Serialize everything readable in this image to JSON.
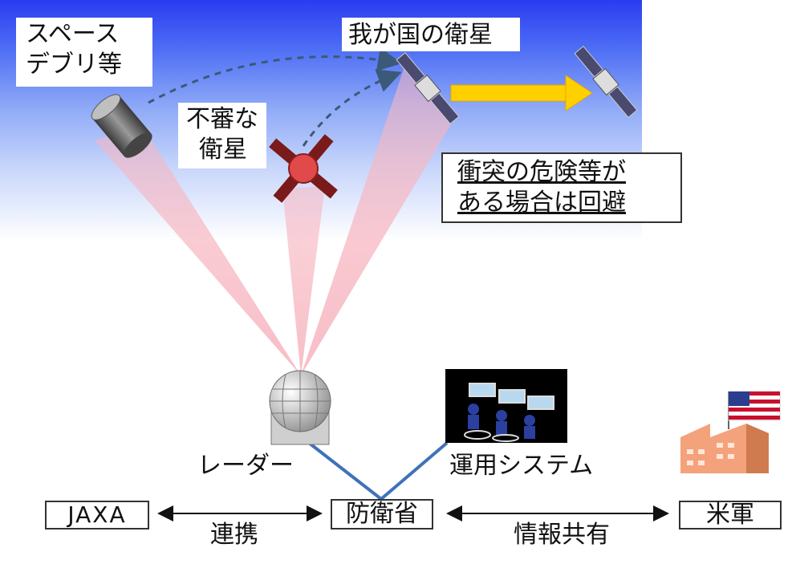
{
  "labels": {
    "debris_line1": "スペース",
    "debris_line2": "デブリ等",
    "suspicious_line1": "不審な",
    "suspicious_line2": "衛星",
    "own_satellite": "我が国の衛星",
    "avoid_line1": "衝突の危険等が",
    "avoid_line2": "ある場合は回避",
    "radar": "レーダー",
    "ops_system": "運用システム",
    "jaxa": "JAXA",
    "mod": "防衛省",
    "us_military": "米軍",
    "cooperation": "連携",
    "info_sharing": "情報共有"
  },
  "colors": {
    "sky_top": "#2a3cf0",
    "beam": "#f7b6c1",
    "dashed_arrow": "#3a5a78",
    "move_arrow": "#ffd000",
    "link_line": "#3f72b8",
    "suspicious_satellite": "#e04a4a",
    "building": "#f4a27c"
  },
  "icons": {
    "debris": "debris-cylinder-icon",
    "suspicious": "suspicious-satellite-icon",
    "satellite": "satellite-icon",
    "radar": "radar-dome-icon",
    "ops": "operators-console-icon",
    "us": "us-flag-building-icon"
  }
}
